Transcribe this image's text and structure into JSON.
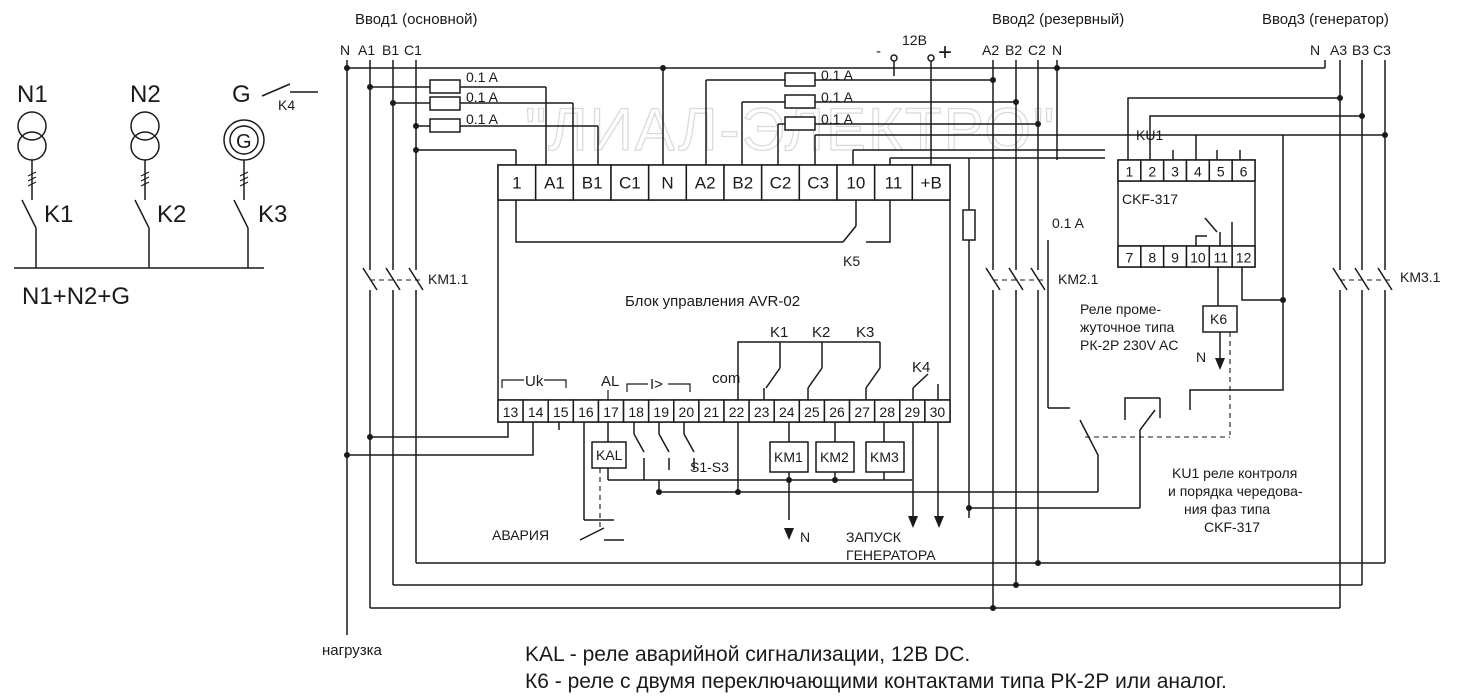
{
  "left": {
    "source_labels": [
      "N1",
      "N2",
      "G"
    ],
    "switch_labels": [
      "K1",
      "K2",
      "K3"
    ],
    "gen_symbol": "G",
    "k4_label": "K4",
    "bus_label": "N1+N2+G"
  },
  "inputs": {
    "vvod1": "Ввод1 (основной)",
    "vvod2": "Ввод2 (резервный)",
    "vvod3": "Ввод3 (генератор)",
    "phases1": [
      "N",
      "A1",
      "B1",
      "C1"
    ],
    "phases2": [
      "A2",
      "B2",
      "C2",
      "N"
    ],
    "phases3": [
      "N",
      "A3",
      "B3",
      "C3"
    ],
    "power": {
      "label": "12В",
      "minus": "-",
      "plus": "+"
    }
  },
  "fuses": {
    "label": "0.1 A",
    "side_label": "0.1 A"
  },
  "avr": {
    "title": "Блок управления AVR-02",
    "top_terminals": [
      "1",
      "A1",
      "B1",
      "C1",
      "N",
      "A2",
      "B2",
      "C2",
      "C3",
      "10",
      "11",
      "+B"
    ],
    "bottom_terminals": [
      "13",
      "14",
      "15",
      "16",
      "17",
      "18",
      "19",
      "20",
      "21",
      "22",
      "23",
      "24",
      "25",
      "26",
      "27",
      "28",
      "29",
      "30"
    ],
    "k5": "K5",
    "uk": "Uk",
    "al": "AL",
    "i_gt": "I>",
    "com": "com",
    "k_relays": [
      "K1",
      "K2",
      "K3"
    ],
    "k4": "K4"
  },
  "coils": {
    "kal": "KAL",
    "km": [
      "KM1",
      "KM2",
      "KM3"
    ],
    "s1s3": "S1-S3",
    "k6": "K6"
  },
  "contactors": {
    "km11": "KM1.1",
    "km21": "KM2.1",
    "km31": "KM3.1"
  },
  "ckf": {
    "ku1": "KU1",
    "model": "CKF-317",
    "top_pins": [
      "1",
      "2",
      "3",
      "4",
      "5",
      "6"
    ],
    "bottom_pins": [
      "7",
      "8",
      "9",
      "10",
      "11",
      "12"
    ]
  },
  "notes": {
    "relay": [
      "Реле проме-",
      "жуточное типа",
      "РК-2Р 230V AC"
    ],
    "ku1_desc": [
      "KU1 реле контроля",
      "и порядка чередова-",
      "ния фаз типа",
      "CKF-317"
    ],
    "n": "N",
    "alarm": "АВАРИЯ",
    "gen_start": [
      "ЗАПУСК",
      "ГЕНЕРАТОРА"
    ],
    "load": "нагрузка"
  },
  "watermark": "\"ЛИАЛ-ЭЛЕКТРО\"",
  "footer": {
    "line1": "KAL - реле аварийной сигнализации, 12В DC.",
    "line2": "К6 - реле с двумя переключающими контактами типа РК-2Р или аналог."
  }
}
